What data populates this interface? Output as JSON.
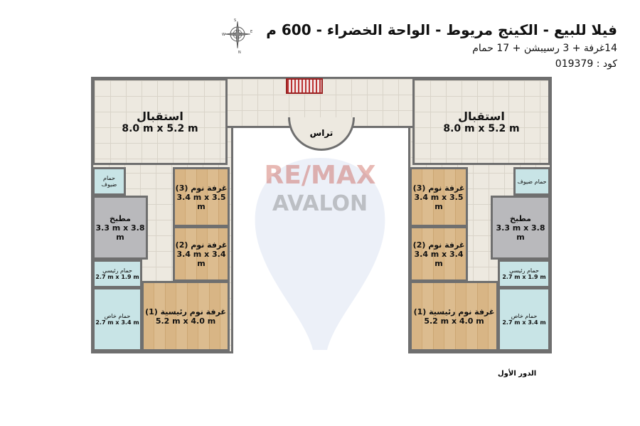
{
  "header": {
    "title": "فيلا للبيع - الكينج مريوط - الواحة الخضراء - 600 م",
    "subtitle": "14غرفة + 3 رسيبشن + 17 حمام",
    "code": "كود : 019379"
  },
  "compass_letters": [
    "S",
    "E",
    "N",
    "W"
  ],
  "watermark": {
    "line1": "RE/MAX",
    "line2": "AVALON",
    "color": "#c0392b"
  },
  "terrace": "تراس",
  "floor_label": "الدور الأول",
  "left": [
    {
      "name": "استقبال",
      "dims": "8.0 m x 5.2 m"
    },
    {
      "name": "حمام ضيوف",
      "dims": ""
    },
    {
      "name": "مطبخ",
      "dims": "3.3 m x 3.8 m"
    },
    {
      "name": "غرفة نوم (3)",
      "dims": "3.4 m x 3.5 m"
    },
    {
      "name": "غرفة نوم (2)",
      "dims": "3.4 m x 3.4 m"
    },
    {
      "name": "حمام رئيسي",
      "dims": "2.7 m x 1.9 m"
    },
    {
      "name": "حمام خاص",
      "dims": "2.7 m x 3.4 m"
    },
    {
      "name": "غرفة نوم رئيسية (1)",
      "dims": "5.2 m x 4.0 m"
    }
  ],
  "right": [
    {
      "name": "استقبال",
      "dims": "8.0 m x 5.2 m"
    },
    {
      "name": "حمام ضيوف",
      "dims": ""
    },
    {
      "name": "مطبخ",
      "dims": "3.3 m x 3.8 m"
    },
    {
      "name": "غرفة نوم (3)",
      "dims": "3.4 m x 3.5 m"
    },
    {
      "name": "غرفة نوم (2)",
      "dims": "3.4 m x 3.4 m"
    },
    {
      "name": "حمام رئيسي",
      "dims": "2.7 m x 1.9 m"
    },
    {
      "name": "حمام خاص",
      "dims": "2.7 m x 3.4 m"
    },
    {
      "name": "غرفة نوم رئيسية (1)",
      "dims": "5.2 m x 4.0 m"
    }
  ]
}
